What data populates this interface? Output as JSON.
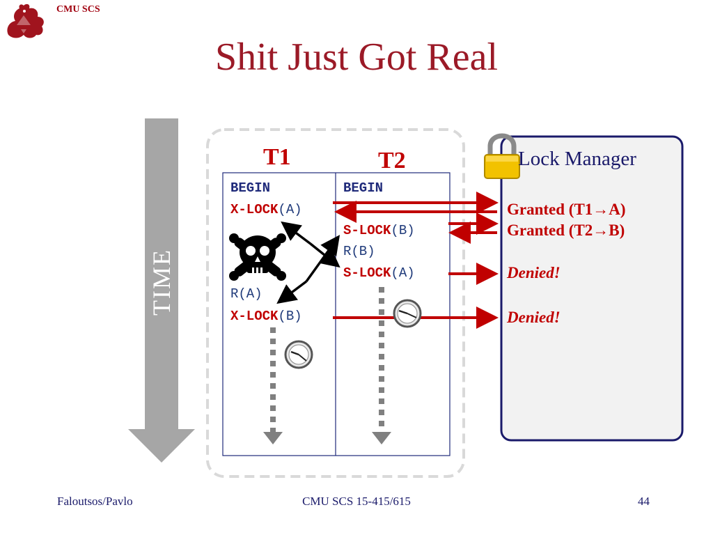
{
  "header": {
    "org_label": "CMU SCS"
  },
  "slide": {
    "title": "Shit Just Got Real"
  },
  "timeline": {
    "label": "TIME"
  },
  "transactions": {
    "t1": {
      "label": "T1",
      "ops": [
        {
          "op": "BEGIN",
          "arg": ""
        },
        {
          "op": "X-LOCK",
          "arg": "(A)"
        },
        {
          "op": "R",
          "arg": "(A)"
        },
        {
          "op": "X-LOCK",
          "arg": "(B)"
        }
      ]
    },
    "t2": {
      "label": "T2",
      "ops": [
        {
          "op": "BEGIN",
          "arg": ""
        },
        {
          "op": "S-LOCK",
          "arg": "(B)"
        },
        {
          "op": "R",
          "arg": "(B)"
        },
        {
          "op": "S-LOCK",
          "arg": "(A)"
        }
      ]
    }
  },
  "lock_manager": {
    "title": "Lock Manager",
    "responses": [
      {
        "text": "Granted (T1→A)",
        "kind": "granted"
      },
      {
        "text": "Granted (T2→B)",
        "kind": "granted"
      },
      {
        "text": "Denied!",
        "kind": "denied"
      },
      {
        "text": "Denied!",
        "kind": "denied"
      }
    ]
  },
  "icons": {
    "logo": "dragon-logo-icon",
    "deadlock": "skull-crossbones-icon",
    "wait": "clock-icon",
    "lock": "padlock-icon"
  },
  "colors": {
    "title": "#9b1a27",
    "lock_ops": "#c00000",
    "arrows": "#c00000",
    "lm_border": "#1a1a6a"
  },
  "footer": {
    "left": "Faloutsos/Pavlo",
    "center": "CMU SCS 15-415/615",
    "page": "44"
  }
}
